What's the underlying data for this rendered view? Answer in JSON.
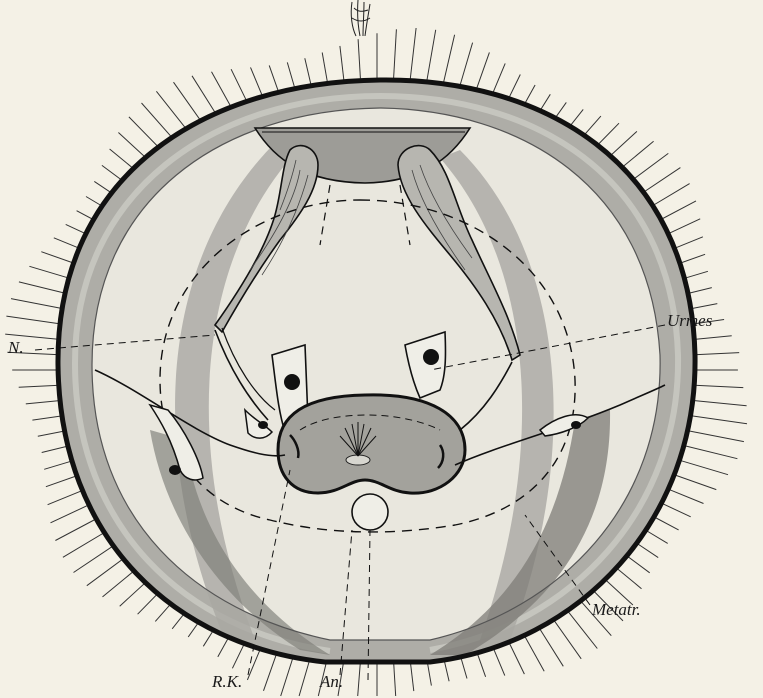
{
  "labels": {
    "n": "N.",
    "urmes": "Urmes",
    "metatr": "Metatr.",
    "rk": "R.K.",
    "an": "An."
  },
  "colors": {
    "paper": "#f4f1e6",
    "ink": "#111111",
    "band_dark": "#8d8d8d",
    "band_light": "#c9c9c3",
    "gut": "#9b9b96",
    "interior": "#e6e5dd"
  }
}
